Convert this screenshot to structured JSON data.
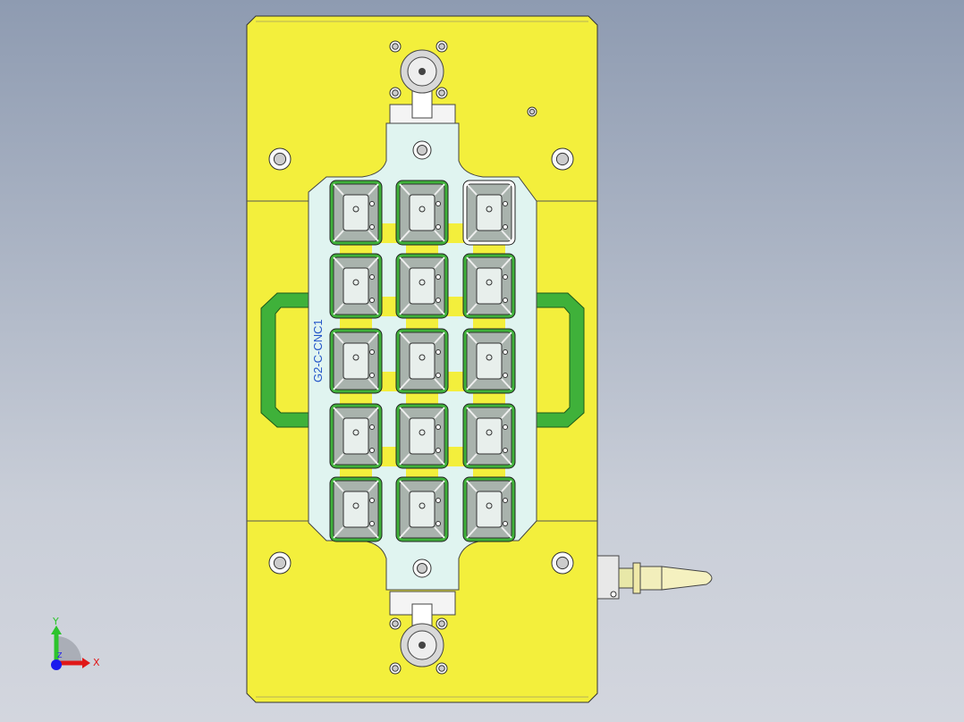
{
  "model": {
    "engraving": "G2-C-CNC1",
    "pocket_grid": {
      "rows": 5,
      "columns": 3
    },
    "colors": {
      "base_plate": "#f3ef3c",
      "tray": "#e0f4f0",
      "handle": "#3fb13a",
      "pocket": "#a9b3ad",
      "engraving": "#2456c8"
    }
  },
  "triad": {
    "x_label": "X",
    "y_label": "Y",
    "z_label": "Z",
    "colors": {
      "x": "#e01818",
      "y": "#2cc42c",
      "z": "#1a1aee"
    }
  }
}
